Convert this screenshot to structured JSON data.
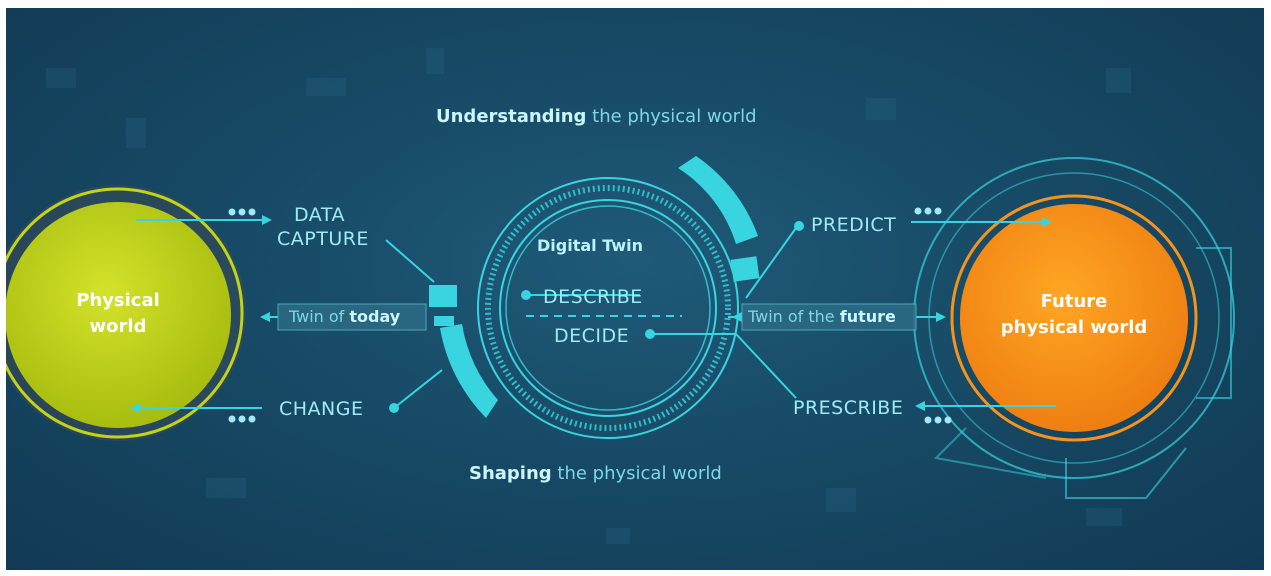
{
  "top_caption": {
    "bold": "Understanding",
    "rest": " the physical world"
  },
  "bottom_caption": {
    "bold": "Shaping",
    "rest": " the physical world"
  },
  "left_circle": {
    "line1": "Physical",
    "line2": "world",
    "color": "#c2d419"
  },
  "right_circle": {
    "line1": "Future",
    "line2": "physical world",
    "color": "#f5941d"
  },
  "center": {
    "title": "Digital Twin",
    "describe": "DESCRIBE",
    "decide": "DECIDE"
  },
  "left_labels": {
    "data_capture_1": "DATA",
    "data_capture_2": "CAPTURE",
    "change": "CHANGE"
  },
  "right_labels": {
    "predict": "PREDICT",
    "prescribe": "PRESCRIBE"
  },
  "twin_today": {
    "prefix": "Twin of ",
    "bold": "today"
  },
  "twin_future": {
    "prefix": "Twin of the ",
    "bold": "future"
  },
  "colors": {
    "accent": "#38d4e0",
    "background": "#174a66"
  }
}
